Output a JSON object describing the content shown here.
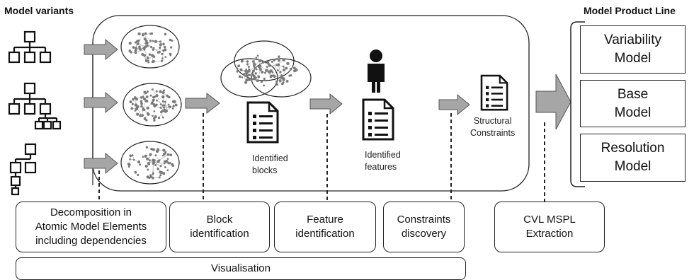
{
  "headings": {
    "model_variants": "Model variants",
    "product_line": "Model Product Line"
  },
  "pipeline_labels": {
    "identified_blocks": "Identified\nblocks",
    "identified_features": "Identified\nfeatures",
    "structural_constraints": "Structural\nConstraints"
  },
  "steps": [
    "Decomposition in\nAtomic Model Elements\nincluding dependencies",
    "Block\nidentification",
    "Feature\nidentification",
    "Constraints\ndiscovery",
    "CVL MSPL\nExtraction"
  ],
  "visualisation": "Visualisation",
  "product_line_models": [
    "Variability\nModel",
    "Base\nModel",
    "Resolution\nModel"
  ],
  "colors": {
    "arrow_fill": "#a6a6a6",
    "arrow_stroke": "#555555",
    "graph_node": "#7a7a7a",
    "line": "#222222"
  },
  "icons": [
    "tree-diagram-icon",
    "network-graph-icon",
    "document-list-icon",
    "person-icon"
  ]
}
